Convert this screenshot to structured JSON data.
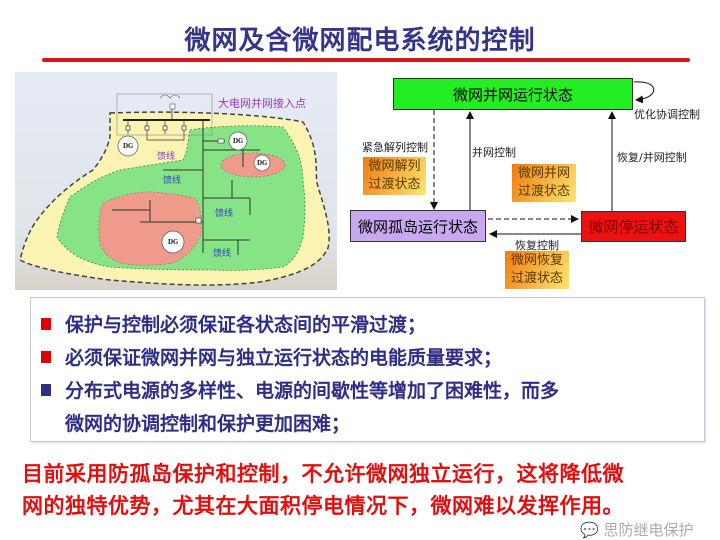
{
  "title": "微网及含微网配电系统的控制",
  "map": {
    "grid_connection_label": "大电网并网接入点",
    "feeder_labels": [
      "馈线",
      "馈线",
      "馈线",
      "馈线"
    ],
    "dg_labels": [
      "DG",
      "DG",
      "DG",
      "DG"
    ]
  },
  "state_diagram": {
    "grid_connected": "微网并网运行状态",
    "islanded": "微网孤岛运行状态",
    "shutdown": "微网停运状态",
    "transition_split": "微网解列过渡状态",
    "transition_connect": "微网并网过渡状态",
    "transition_recover": "微网恢复过渡状态",
    "emergency_split_control": "紧急解列控制",
    "connect_control": "并网控制",
    "recover_connect_control": "恢复/并网控制",
    "optimize_control": "优化协调控制",
    "recover_control": "恢复控制",
    "colors": {
      "grid_connected": "#22ee22",
      "islanded": "#c8a8f0",
      "shutdown": "#ee1111"
    }
  },
  "bullets": [
    {
      "text": "保护与控制必须保证各状态间的平滑过渡；",
      "color": "#e00000"
    },
    {
      "text": "必须保证微网并网与独立运行状态的电能质量要求；",
      "color": "#e00000"
    },
    {
      "text": "分布式电源的多样性、电源的间歇性等增加了困难性，而多",
      "color": "#2e2e86"
    },
    {
      "text": "微网的协调控制和保护更加困难；"
    }
  ],
  "conclusion": [
    "目前采用防孤岛保护和控制，不允许微网独立运行，这将降低微",
    "网的独特优势，尤其在大面积停电情况下，微网难以发挥作用。"
  ],
  "watermark": "思防继电保护"
}
